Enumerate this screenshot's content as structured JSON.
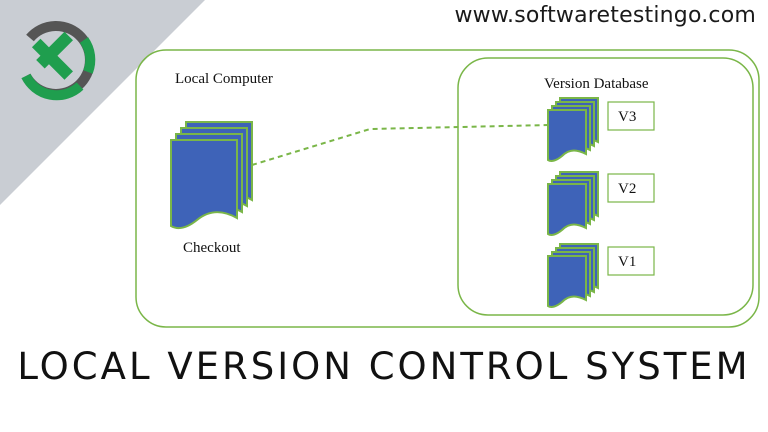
{
  "header": {
    "site_url": "www.softwaretestingo.com"
  },
  "diagram": {
    "local_box_label": "Local Computer",
    "checkout_label": "Checkout",
    "database_label": "Version Database",
    "versions": [
      "V3",
      "V2",
      "V1"
    ]
  },
  "footer": {
    "title": "LOCAL VERSION CONTROL SYSTEM"
  },
  "colors": {
    "accent_green": "#7ab648",
    "document_blue": "#3e63b8",
    "logo_green": "#1f9e4e",
    "logo_dark": "#555555",
    "corner_gray": "#c9cdd3"
  },
  "icons": [
    "softwaretestingo-logo",
    "document-stack-icon"
  ]
}
